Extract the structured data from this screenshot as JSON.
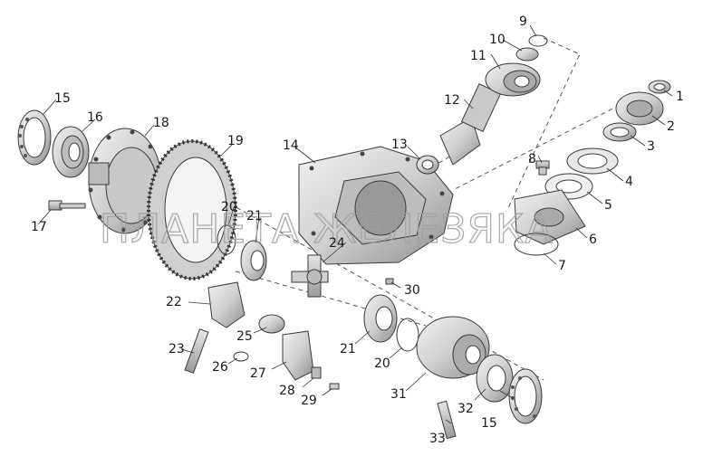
{
  "watermark": "ПЛАНЕТА ЖЕЛЕЗЯКА",
  "callouts": [
    "1",
    "2",
    "3",
    "4",
    "5",
    "6",
    "7",
    "8",
    "9",
    "10",
    "11",
    "12",
    "13",
    "14",
    "15",
    "16",
    "17",
    "18",
    "19",
    "20",
    "21",
    "22",
    "23",
    "24",
    "25",
    "26",
    "27",
    "28",
    "29",
    "30",
    "21",
    "20",
    "31",
    "32",
    "15",
    "33"
  ],
  "colors": {
    "part_fill": "#dcdcdc",
    "part_dark": "#9c9c9c",
    "line": "#3a3a3a",
    "watermark": "#9aa0a6"
  }
}
